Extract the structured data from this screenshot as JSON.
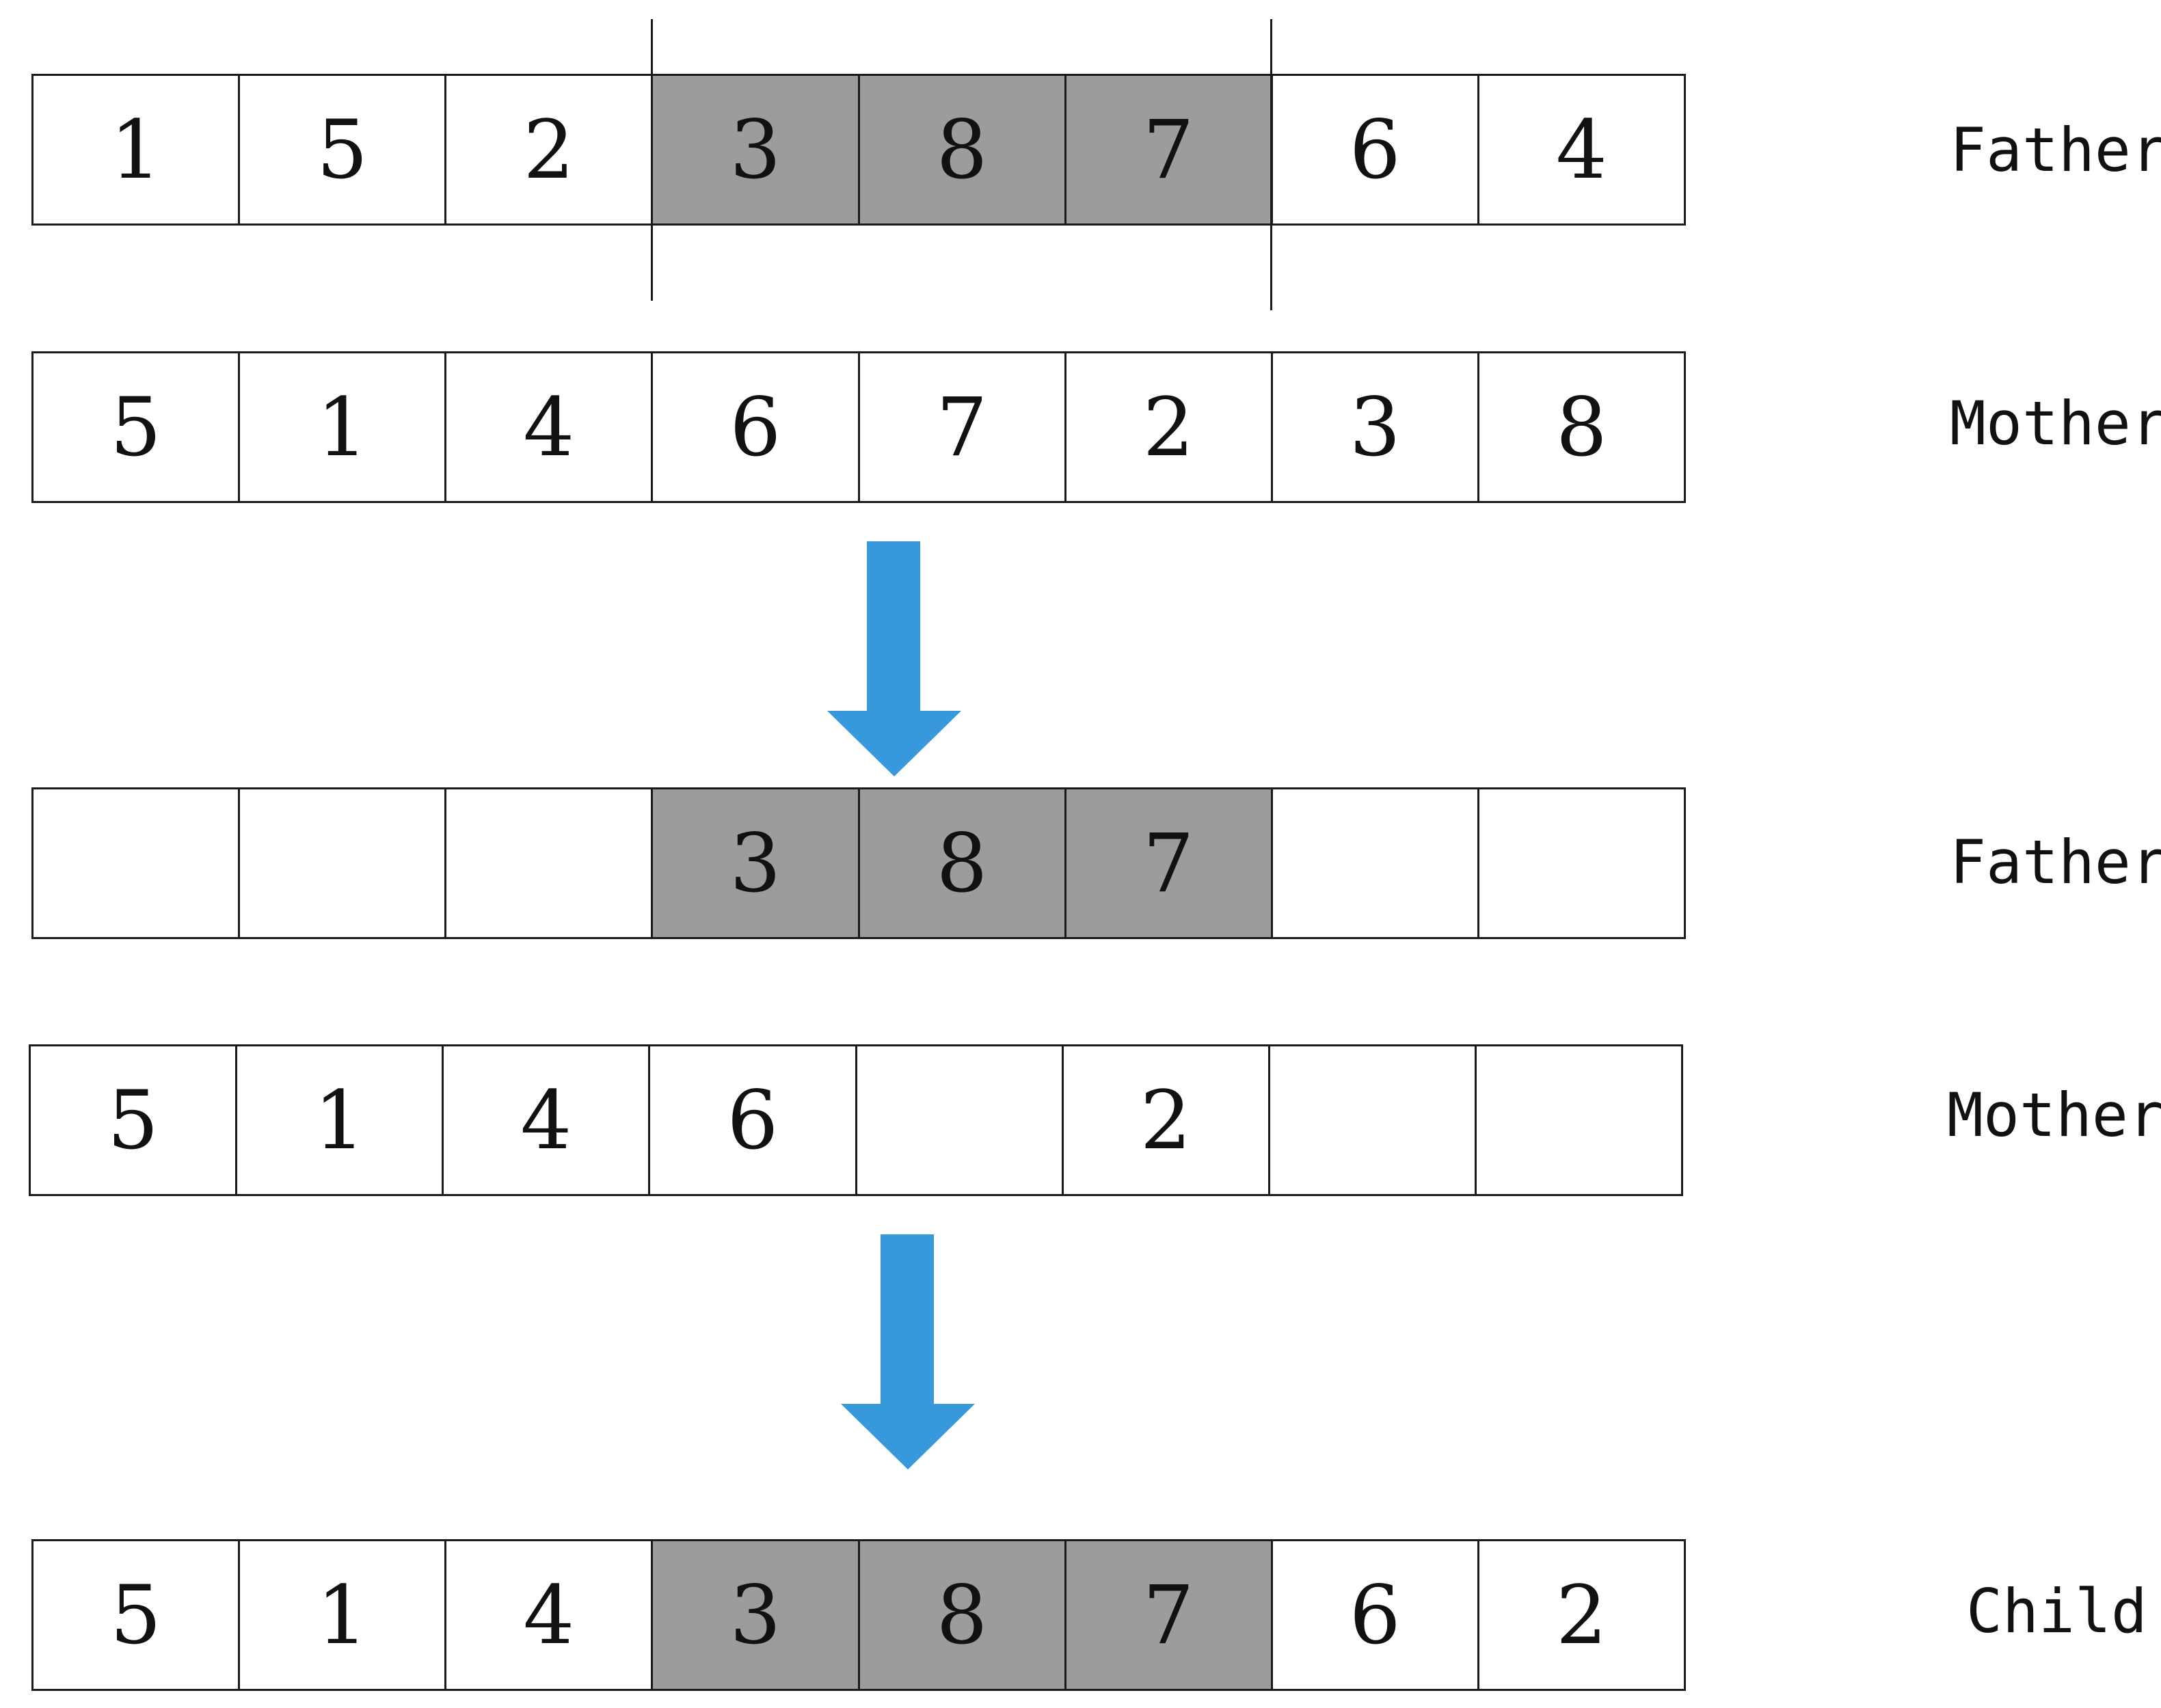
{
  "accent_colors": {
    "arrow": "#3799dc",
    "selected_cell": "#9c9c9c",
    "cell_border": "#1a1a1a"
  },
  "rows": [
    {
      "label": "Father",
      "cells": [
        {
          "value": "1",
          "selected": false
        },
        {
          "value": "5",
          "selected": false
        },
        {
          "value": "2",
          "selected": false
        },
        {
          "value": "3",
          "selected": true
        },
        {
          "value": "8",
          "selected": true
        },
        {
          "value": "7",
          "selected": true
        },
        {
          "value": "6",
          "selected": false
        },
        {
          "value": "4",
          "selected": false
        }
      ]
    },
    {
      "label": "Mother",
      "cells": [
        {
          "value": "5",
          "selected": false
        },
        {
          "value": "1",
          "selected": false
        },
        {
          "value": "4",
          "selected": false
        },
        {
          "value": "6",
          "selected": false
        },
        {
          "value": "7",
          "selected": false
        },
        {
          "value": "2",
          "selected": false
        },
        {
          "value": "3",
          "selected": false
        },
        {
          "value": "8",
          "selected": false
        }
      ]
    },
    {
      "label": "Father",
      "cells": [
        {
          "value": "",
          "selected": false
        },
        {
          "value": "",
          "selected": false
        },
        {
          "value": "",
          "selected": false
        },
        {
          "value": "3",
          "selected": true
        },
        {
          "value": "8",
          "selected": true
        },
        {
          "value": "7",
          "selected": true
        },
        {
          "value": "",
          "selected": false
        },
        {
          "value": "",
          "selected": false
        }
      ]
    },
    {
      "label": "Mother",
      "cells": [
        {
          "value": "5",
          "selected": false
        },
        {
          "value": "1",
          "selected": false
        },
        {
          "value": "4",
          "selected": false
        },
        {
          "value": "6",
          "selected": false
        },
        {
          "value": "",
          "selected": false
        },
        {
          "value": "2",
          "selected": false
        },
        {
          "value": "",
          "selected": false
        },
        {
          "value": "",
          "selected": false
        }
      ]
    },
    {
      "label": "Child",
      "cells": [
        {
          "value": "5",
          "selected": false
        },
        {
          "value": "1",
          "selected": false
        },
        {
          "value": "4",
          "selected": false
        },
        {
          "value": "3",
          "selected": true
        },
        {
          "value": "8",
          "selected": true
        },
        {
          "value": "7",
          "selected": true
        },
        {
          "value": "6",
          "selected": false
        },
        {
          "value": "2",
          "selected": false
        }
      ]
    }
  ]
}
